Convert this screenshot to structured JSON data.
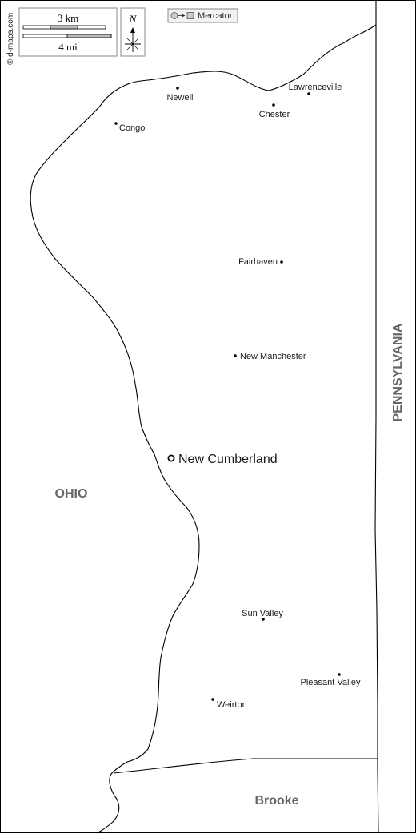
{
  "credit": "© d-maps.com",
  "scale": {
    "upper": "3 km",
    "lower": "4 mi"
  },
  "north": "N",
  "projection": "Mercator",
  "regions": {
    "ohio": "OHIO",
    "pennsylvania": "PENNSYLVANIA",
    "brooke": "Brooke"
  },
  "capital": {
    "name": "New Cumberland"
  },
  "towns": [
    {
      "name": "Newell"
    },
    {
      "name": "Lawrenceville"
    },
    {
      "name": "Chester"
    },
    {
      "name": "Congo"
    },
    {
      "name": "Fairhaven"
    },
    {
      "name": "New Manchester"
    },
    {
      "name": "Sun Valley"
    },
    {
      "name": "Pleasant Valley"
    },
    {
      "name": "Weirton"
    }
  ]
}
